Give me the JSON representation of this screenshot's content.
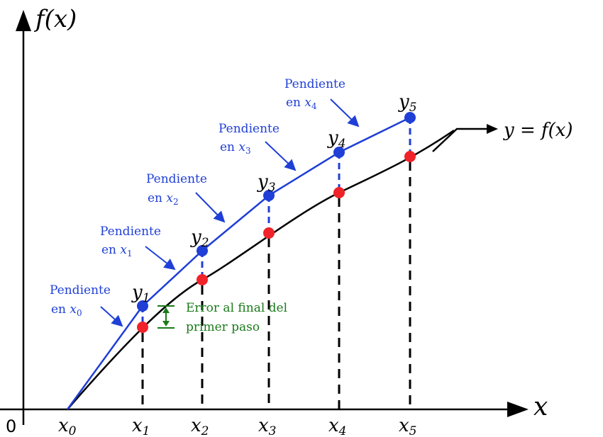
{
  "axes": {
    "y_label": "f(x)",
    "x_label": "x",
    "origin_label": "0"
  },
  "curve_label": "y = f(x)",
  "x_ticks": [
    "x0",
    "x1",
    "x2",
    "x3",
    "x4",
    "x5"
  ],
  "euler_points": [
    "y1",
    "y2",
    "y3",
    "y4",
    "y5"
  ],
  "slope_notes": [
    {
      "line1": "Pendiente",
      "line2_prefix": "en ",
      "var": "x",
      "sub": "0"
    },
    {
      "line1": "Pendiente",
      "line2_prefix": "en ",
      "var": "x",
      "sub": "1"
    },
    {
      "line1": "Pendiente",
      "line2_prefix": "en ",
      "var": "x",
      "sub": "2"
    },
    {
      "line1": "Pendiente",
      "line2_prefix": "en ",
      "var": "x",
      "sub": "3"
    },
    {
      "line1": "Pendiente",
      "line2_prefix": "en ",
      "var": "x",
      "sub": "4"
    }
  ],
  "error_note": {
    "line1": "Error al final del",
    "line2": "primer paso"
  },
  "colors": {
    "axis": "#000000",
    "curve": "#000000",
    "euler": "#1f3fd6",
    "true_point": "#f0222a",
    "euler_point": "#1f3fd6",
    "error": "#1a7a1a"
  }
}
